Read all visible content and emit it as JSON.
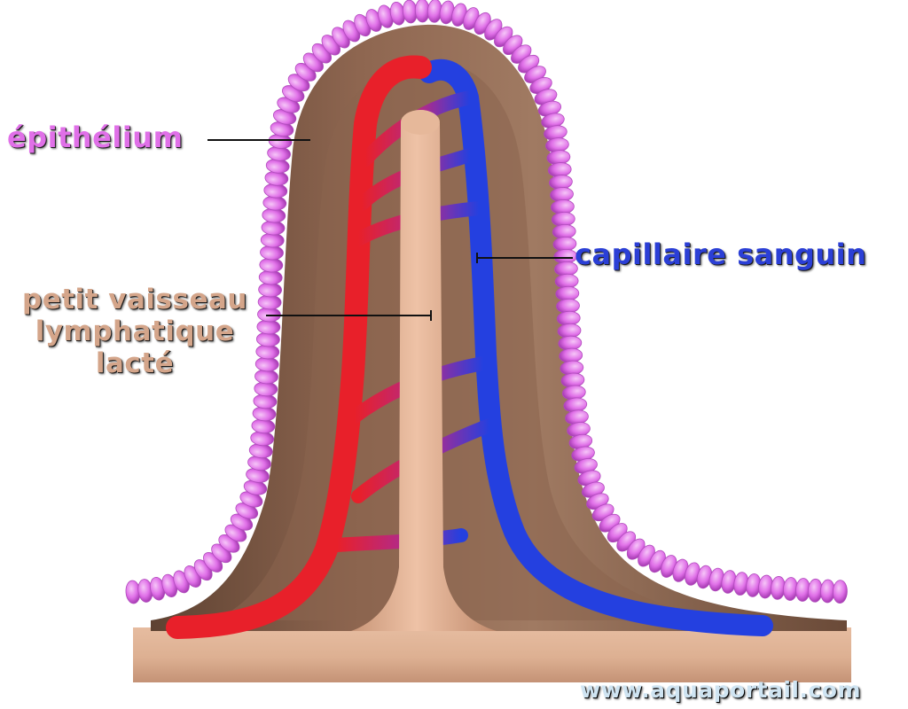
{
  "labels": {
    "epithelium": "épithélium",
    "capillary": "capillaire sanguin",
    "lacteal_line1": "petit vaisseau",
    "lacteal_line2": "lymphatique",
    "lacteal_line3": "lacté"
  },
  "watermark": "www.aquaportail.com",
  "colors": {
    "epithelium": "#e070e8",
    "capillary_label": "#2b3fd6",
    "lacteal_label": "#d4a58a",
    "artery": "#e8202a",
    "vein": "#2440e0",
    "lacteal": "#e2b698",
    "tissue": "#9a7058",
    "watermark": "#cfe4f2"
  }
}
